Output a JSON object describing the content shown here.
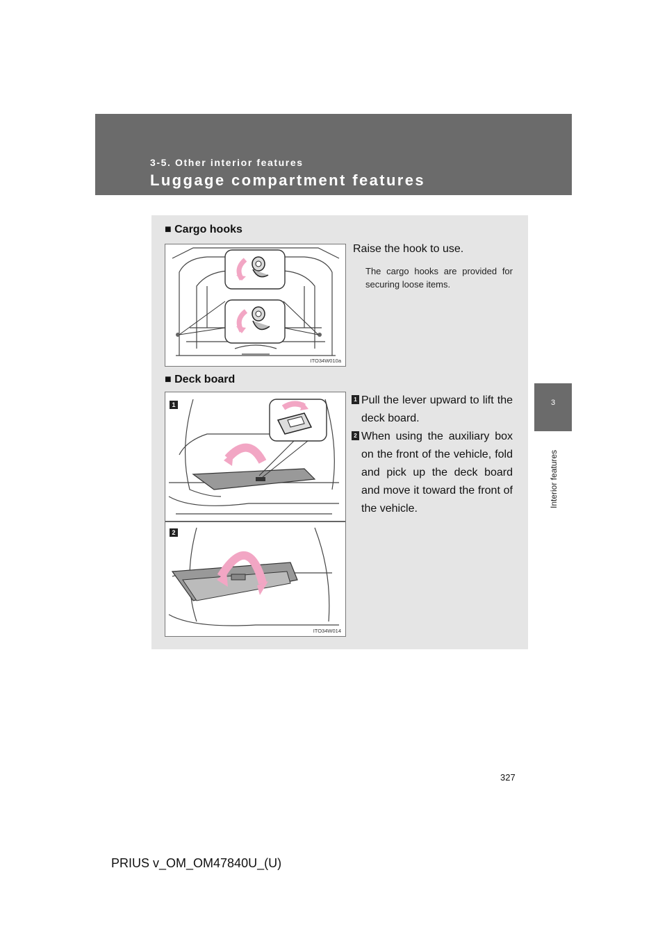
{
  "header": {
    "section_label": "3-5. Other interior features",
    "page_title": "Luggage compartment features"
  },
  "side_tab": {
    "chapter_number": "3",
    "chapter_name": "Interior features"
  },
  "cargo_hooks": {
    "heading": "■ Cargo hooks",
    "instruction": "Raise the hook to use.",
    "note": "The cargo hooks are provided for securing loose items.",
    "figure_code": "ITO34W010a"
  },
  "deck_board": {
    "heading": "■ Deck board",
    "steps": [
      {
        "marker": "1",
        "text": "Pull the lever upward to lift the deck board."
      },
      {
        "marker": "2",
        "text": "When using the auxiliary box on the front of the vehicle, fold and pick up the deck board and move it toward the front of the vehicle."
      }
    ],
    "figure_code": "ITO34W014"
  },
  "footer": {
    "page_number": "327",
    "doc_id": "PRIUS v_OM_OM47840U_(U)"
  },
  "colors": {
    "band": "#6b6b6b",
    "box": "#e5e5e5",
    "arrow_pink": "#f2a6c4"
  }
}
